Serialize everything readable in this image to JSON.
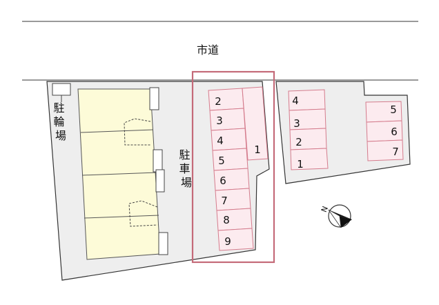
{
  "road": {
    "label": "市道"
  },
  "bicycle_parking": {
    "label": "駐輪場"
  },
  "car_parking": {
    "label": "駐車場"
  },
  "highlighted_lot": {
    "column_spaces": [
      "2",
      "3",
      "4",
      "5",
      "6",
      "7",
      "8",
      "9"
    ],
    "side_space": "1"
  },
  "east_lot": {
    "left_column": [
      "4",
      "3",
      "2",
      "1"
    ],
    "right_column": [
      "5",
      "6",
      "7"
    ]
  },
  "compass": {
    "north_label": "N",
    "icon": "north-arrow-icon"
  },
  "colors": {
    "highlight_border": "#c46a78",
    "parking_fill": "#fcebef",
    "parking_stroke": "#d47b8c",
    "building_fill": "#fdfbd8",
    "site_fill": "#eeeeee"
  }
}
